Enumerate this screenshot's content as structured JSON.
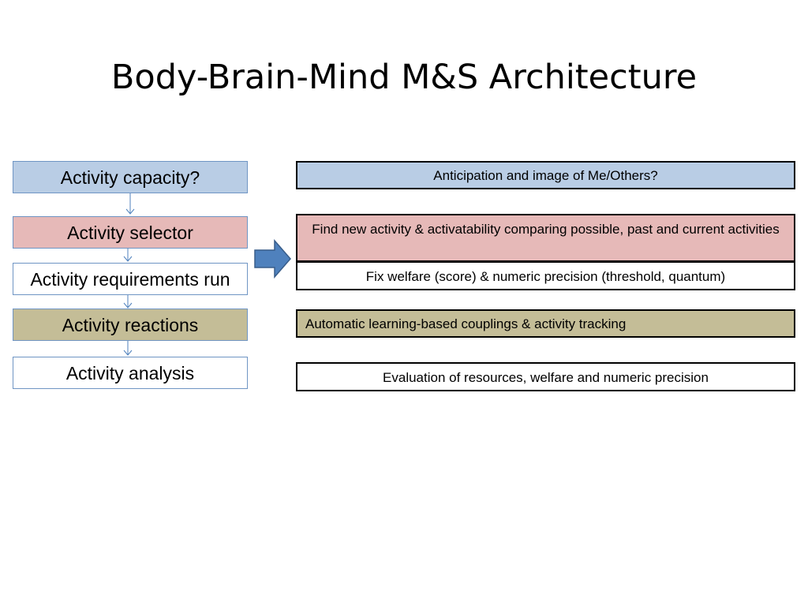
{
  "title": "Body-Brain-Mind M&S Architecture",
  "colors": {
    "blue": "#b9cde5",
    "pink": "#e6b9b8",
    "khaki": "#c4bd97",
    "white": "#ffffff",
    "arrow_fill": "#4f81bd",
    "arrow_stroke": "#385d8a",
    "connector": "#4f81bd"
  },
  "left_column": [
    {
      "label": "Activity capacity?",
      "color": "blue"
    },
    {
      "label": "Activity selector",
      "color": "pink"
    },
    {
      "label": "Activity requirements run",
      "color": "white"
    },
    {
      "label": "Activity reactions",
      "color": "khaki"
    },
    {
      "label": "Activity analysis",
      "color": "white"
    }
  ],
  "center_arrow": "block-right-arrow",
  "right_column": [
    {
      "text": "Anticipation and image of Me/Others?",
      "color": "blue"
    },
    {
      "text": "Find new activity & activatability comparing possible, past and current activities",
      "color": "pink"
    },
    {
      "text": "Fix welfare (score) & numeric precision (threshold, quantum)",
      "color": "white"
    },
    {
      "text": "Automatic learning-based couplings & activity tracking",
      "color": "khaki"
    },
    {
      "text": "Evaluation of resources, welfare and numeric precision",
      "color": "white"
    }
  ]
}
